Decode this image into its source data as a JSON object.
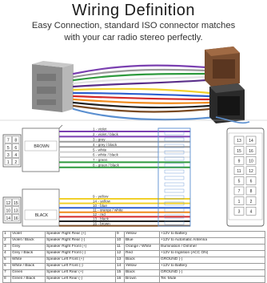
{
  "title": "Wiring Definition",
  "subtitle_line1": "Easy Connection, standard ISO connector matches",
  "subtitle_line2": "with your car radio stereo  perfectly.",
  "colors": {
    "connector_grey": "#9a9a9a",
    "connector_brown": "#8a5a3a",
    "connector_black": "#2a2a2a",
    "accent": "#5a8fd0"
  },
  "brown_connector": {
    "label": "BROWN",
    "wires": [
      {
        "label": "1 - violet",
        "color": "#7a3fb0"
      },
      {
        "label": "2 - violet / black",
        "color": "#7a3fb0"
      },
      {
        "label": "3 - grey",
        "color": "#9a9a9a"
      },
      {
        "label": "4 - grey / black",
        "color": "#9a9a9a"
      },
      {
        "label": "5 - white",
        "color": "#e6e6e6"
      },
      {
        "label": "6 - white / black",
        "color": "#e6e6e6"
      },
      {
        "label": "7 - green",
        "color": "#2e9a3e"
      },
      {
        "label": "8 - green / black",
        "color": "#2e9a3e"
      }
    ],
    "pins": [
      "7",
      "8",
      "5",
      "6",
      "3",
      "4",
      "1",
      "2"
    ]
  },
  "black_connector": {
    "label": "BLACK",
    "wires": [
      {
        "label": "9 - yellow",
        "color": "#f1d02a"
      },
      {
        "label": "14 - yellow",
        "color": "#f1d02a"
      },
      {
        "label": "10 - blue",
        "color": "#2c5fd0"
      },
      {
        "label": "11 - orange / white",
        "color": "#f08a1c"
      },
      {
        "label": "12 - red",
        "color": "#d42a2a"
      },
      {
        "label": "13 - black",
        "color": "#222222"
      },
      {
        "label": "16 - brown",
        "color": "#7a4a22"
      }
    ],
    "pins": [
      "12",
      "15",
      "10",
      "13",
      "14",
      "16"
    ]
  },
  "right_connector_pins": [
    "13",
    "14",
    "15",
    "16",
    "9",
    "10",
    "11",
    "12",
    "5",
    "6",
    "7",
    "8",
    "1",
    "2",
    "3",
    "4"
  ],
  "table_rows": [
    [
      "1",
      "Violet",
      "Speaker Right Rear (+)",
      "9",
      "Yellow",
      "+12V to Battery"
    ],
    [
      "2",
      "Violet / Black",
      "Speaker Right Rear (-)",
      "10",
      "Blue",
      "+12V to Automatic Antenna"
    ],
    [
      "3",
      "Grey",
      "Speaker Right Front (+)",
      "11",
      "Orange / White",
      "Illumination / Dimmer"
    ],
    [
      "4",
      "Grey / Black",
      "Speaker Right Front (-)",
      "12",
      "Red",
      "+12V to Ingnition (ACC ON)"
    ],
    [
      "5",
      "White",
      "Speaker Left Front (+)",
      "13",
      "Black",
      "GROUND (-)"
    ],
    [
      "6",
      "White / Black",
      "Speaker Left Front (-)",
      "14",
      "Yellow",
      "+12V to Battery"
    ],
    [
      "7",
      "Green",
      "Speaker Left Rear (+)",
      "15",
      "Black",
      "GROUND (-)"
    ],
    [
      "8",
      "Green / Black",
      "Speaker Left Rear (-)",
      "16",
      "Brown",
      "Tel. Mute"
    ]
  ]
}
